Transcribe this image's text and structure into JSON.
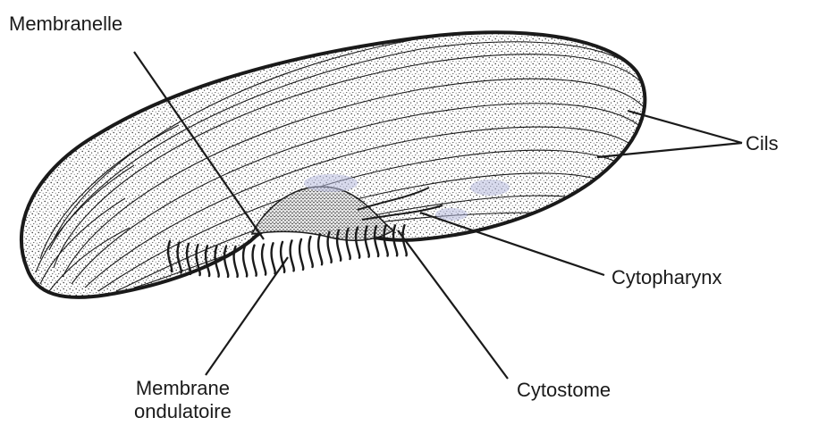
{
  "figure": {
    "labels": {
      "membranelle": "Membranelle",
      "cils": "Cils",
      "cytopharynx": "Cytopharynx",
      "cytostome": "Cytostome",
      "membrane_line1": "Membrane",
      "membrane_line2": "ondulatoire"
    },
    "colors": {
      "ink": "#1a1a1a",
      "background": "#ffffff",
      "body_fill": "#f7f7f7",
      "stain": "#b9bde0"
    }
  }
}
